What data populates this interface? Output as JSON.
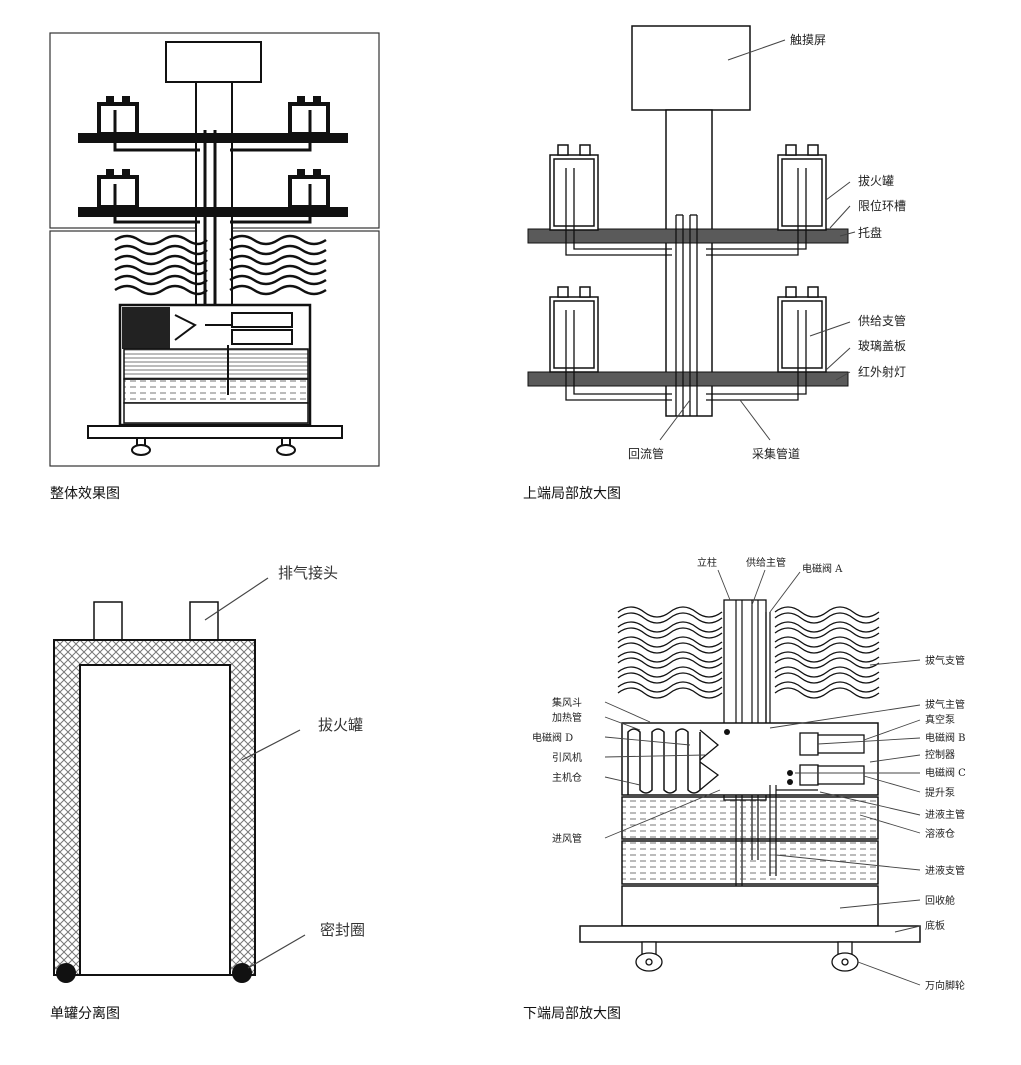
{
  "captions": {
    "overall": "整体效果图",
    "upper": "上端局部放大图",
    "single": "单罐分离图",
    "lower": "下端局部放大图"
  },
  "upper_labels": {
    "touchscreen": "触摸屏",
    "cup": "拔火罐",
    "limit_ring": "限位环槽",
    "tray": "托盘",
    "supply_branch": "供给支管",
    "glass_cover": "玻璃盖板",
    "infrared_lamp": "红外射灯",
    "return_pipe": "回流管",
    "collect_pipe": "采集管道"
  },
  "single_labels": {
    "exhaust_joint": "排气接头",
    "cup": "拔火罐",
    "seal_ring": "密封圈"
  },
  "lower_labels": {
    "column": "立柱",
    "supply_main": "供给主管",
    "valve_a": "电磁阀 A",
    "exhaust_branch": "拔气支管",
    "hood": "集风斗",
    "heater": "加热管",
    "valve_d": "电磁阀 D",
    "fan": "引风机",
    "main_cabin": "主机仓",
    "exhaust_main": "拔气主管",
    "vacuum_pump": "真空泵",
    "valve_b": "电磁阀 B",
    "controller": "控制器",
    "valve_c": "电磁阀 C",
    "lift_pump": "提升泵",
    "inlet_main": "进液主管",
    "solution_tank": "溶液仓",
    "air_inlet": "进风管",
    "inlet_branch": "进液支管",
    "recovery_tank": "回收舱",
    "base_plate": "底板",
    "caster": "万向脚轮"
  },
  "colors": {
    "line": "#111111",
    "tray_fill": "#5a5a5a",
    "leader": "#444444",
    "hatch": "#777777"
  }
}
